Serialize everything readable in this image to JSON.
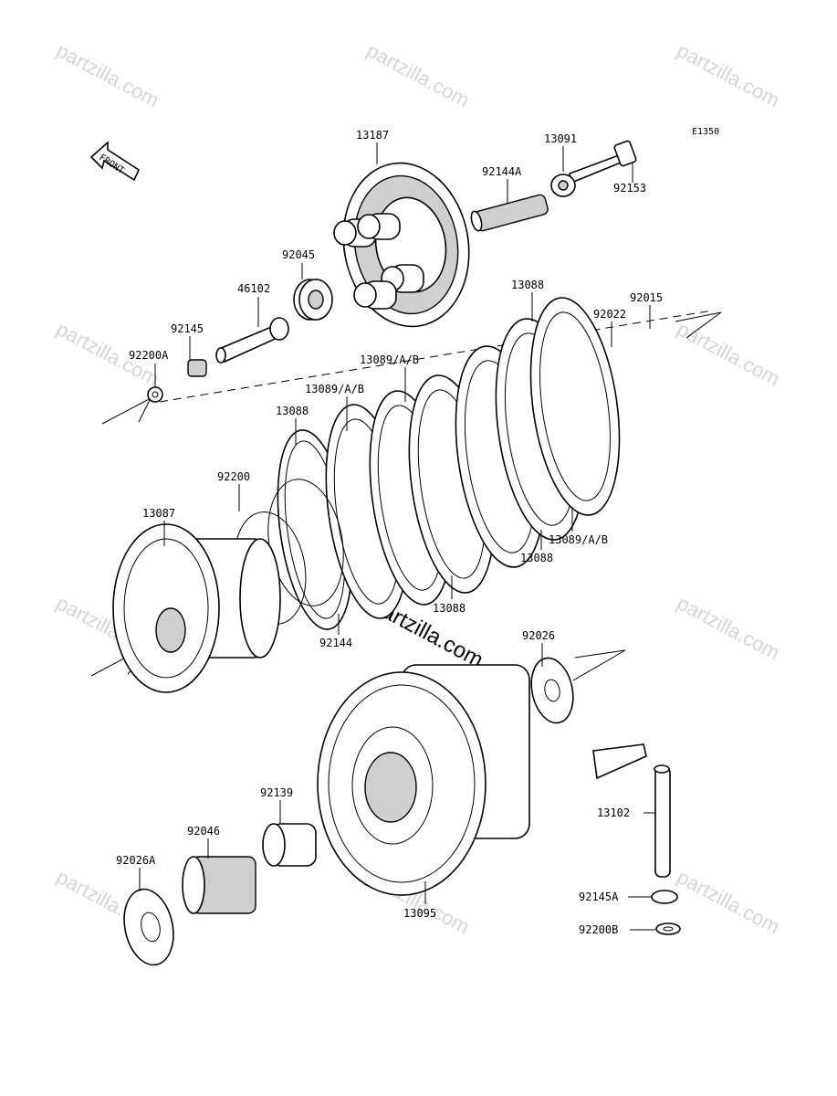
{
  "diagram": {
    "code": "E1350",
    "front_label": "FRONT",
    "watermark": "partzilla.com",
    "watermark_center": "partzilla.com",
    "parts": {
      "p13187": "13187",
      "p13091": "13091",
      "p92144A": "92144A",
      "p92153": "92153",
      "p92045": "92045",
      "p46102": "46102",
      "p92145": "92145",
      "p92200A": "92200A",
      "p13088_top": "13088",
      "p92022": "92022",
      "p92015": "92015",
      "p13089_a": "13089/A/B",
      "p13089_b": "13089/A/B",
      "p13088_left": "13088",
      "p92200": "92200",
      "p13087": "13087",
      "p13089_c": "13089/A/B",
      "p13088_right": "13088",
      "p13088_bottom": "13088",
      "p92144": "92144",
      "p92026": "92026",
      "p92139": "92139",
      "p13102": "13102",
      "p92046": "92046",
      "p92026A": "92026A",
      "p13095": "13095",
      "p92145A": "92145A",
      "p92200B": "92200B"
    }
  }
}
